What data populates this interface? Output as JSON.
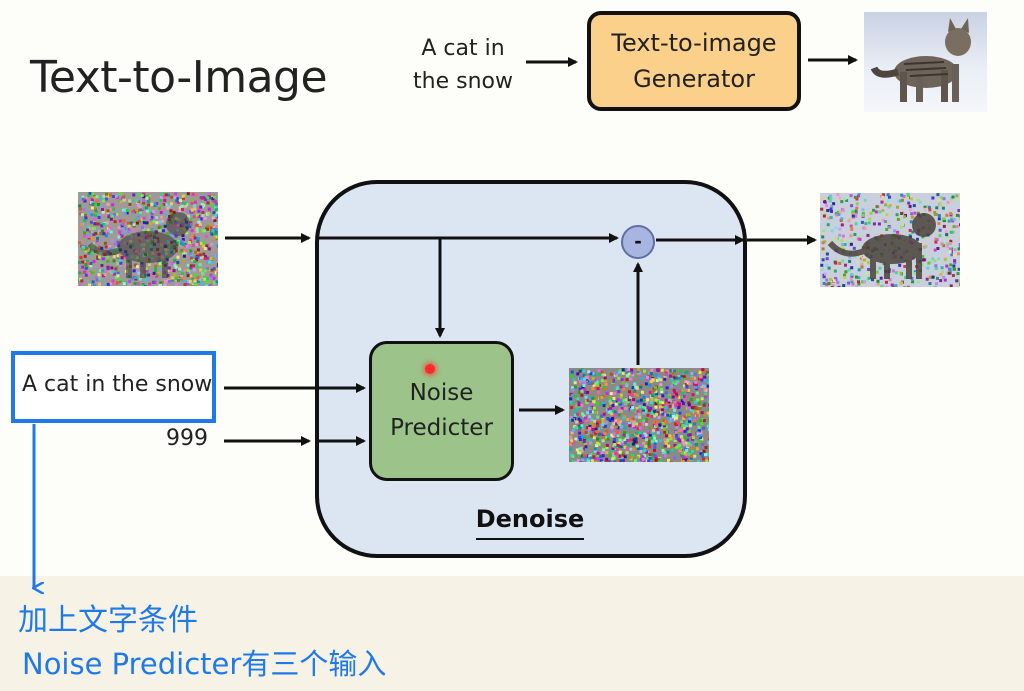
{
  "slide": {
    "title": "Text-to-Image",
    "top": {
      "prompt_line1": "A cat in",
      "prompt_line2": "the snow",
      "generator_line1": "Text-to-image",
      "generator_line2": "Generator"
    },
    "diagram": {
      "text_input": "A cat in the snow",
      "step": "999",
      "noise_predicter_line1": "Noise",
      "noise_predicter_line2": "Predicter",
      "subtract_symbol": "-",
      "denoise_label": "Denoise"
    }
  },
  "annotation": {
    "line1": "加上文字条件",
    "line2": "Noise  Predicter有三个输入"
  },
  "colors": {
    "generator_fill": "#fbd08a",
    "denoise_fill": "#dce6f3",
    "noise_predicter_fill": "#9cc48a",
    "subtract_fill": "#a8b5e0",
    "annotation_blue": "#1f7ae8",
    "slide_background": "#fdfdf9",
    "bottom_background": "#f6f3e6"
  },
  "images": {
    "output_cat": "cat-photo-snow",
    "input_noisy_cat": "very-noisy-cat-image",
    "predicted_noise": "pure-noise-image",
    "output_denoised_cat": "slightly-noisy-cat-image"
  }
}
